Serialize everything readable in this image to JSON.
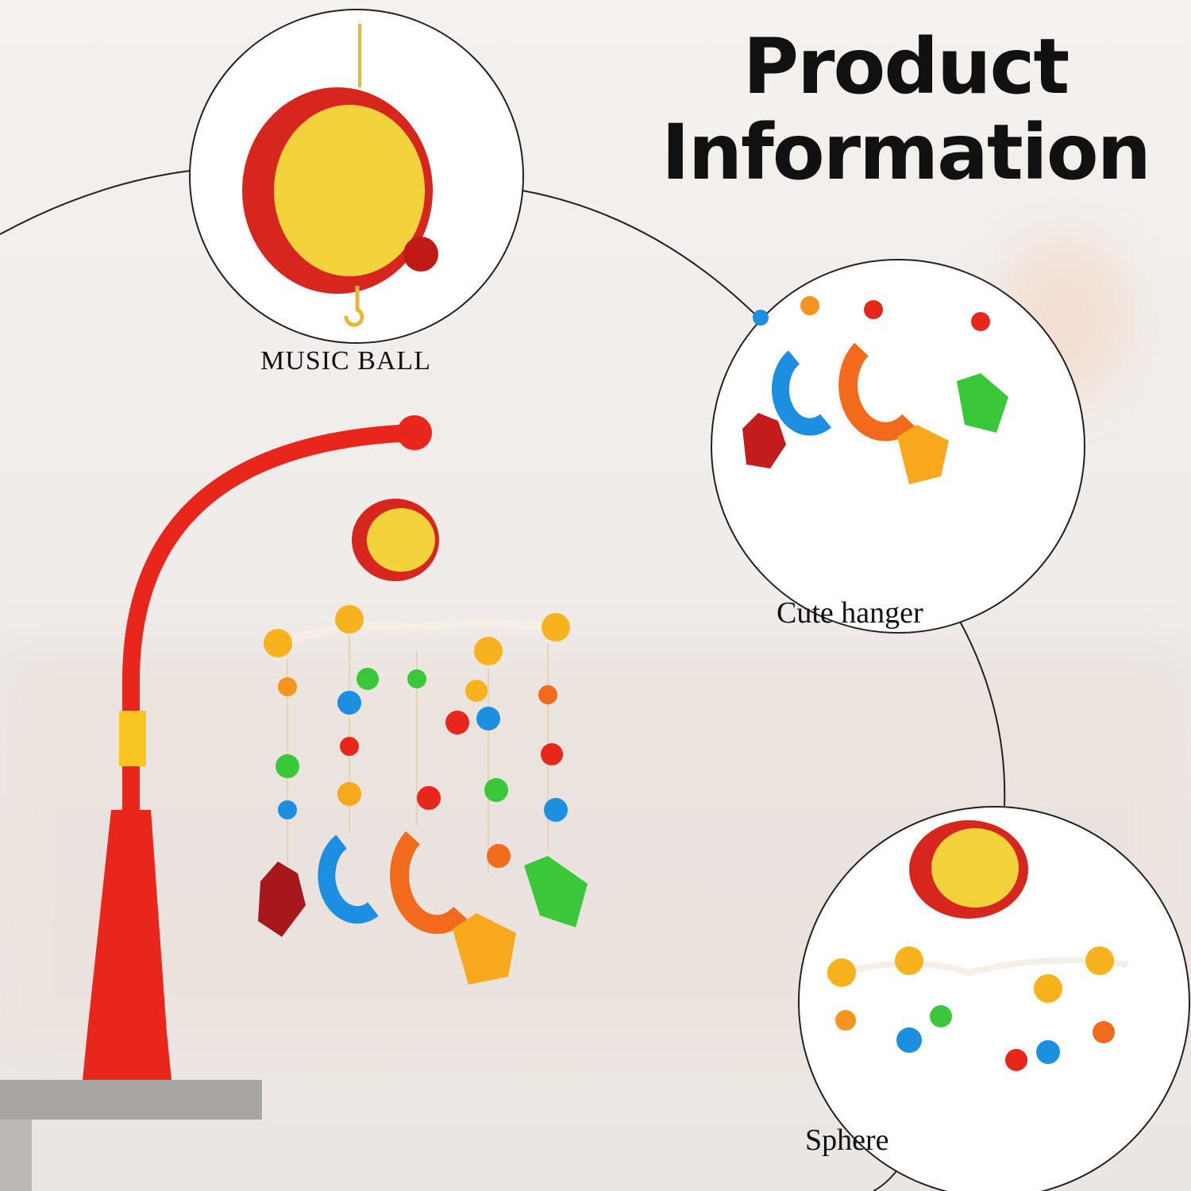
{
  "title": {
    "line1": "Product",
    "line2": "Information"
  },
  "callouts": [
    {
      "label": "MUSIC BALL"
    },
    {
      "label": "Cute hanger"
    },
    {
      "label": "Sphere"
    }
  ],
  "colors": {
    "red": "#e8261c",
    "yellow": "#f6c521",
    "orange": "#f7941d",
    "blue": "#1d8fe0",
    "green": "#3ac83a",
    "text": "#111111"
  }
}
